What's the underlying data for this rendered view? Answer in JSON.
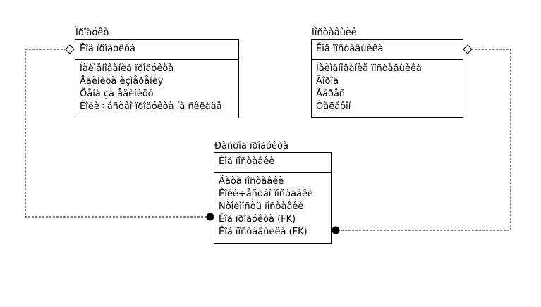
{
  "entities": {
    "product": {
      "title": "Ïðîäóêò",
      "key": "Êîä ïðîäóêòà",
      "attrs": [
        "Íàèìåíîâàíèå ïðîäóêòà",
        "Åäèíèöà èçìåðåíèÿ",
        "Öåíà çà åäèíèöó",
        "Êîëè÷åñòâî ïðîäóêòà íà ñêëàäå"
      ]
    },
    "supplier": {
      "title": "Ïîñòàâùèê",
      "key": "Êîä ïîñòàâùèêà",
      "attrs": [
        "Íàèìåíîâàíèå ïîñòàâùèêà",
        "Ãîðîä",
        "Àäðåñ",
        "Òåëåôîí"
      ]
    },
    "delivery": {
      "title": "Ðàñõîä ïðîäóêòà",
      "key": "Êîä ïîñòàâêè",
      "attrs": [
        "Äàòà ïîñòàâêè",
        "Êîëè÷åñòâî ïîñòàâêè",
        "Ñòîèìîñòü ïîñòàâêè",
        "Êîä ïðîäóêòà (FK)",
        "Êîä ïîñòàâùèêà (FK)"
      ]
    }
  }
}
